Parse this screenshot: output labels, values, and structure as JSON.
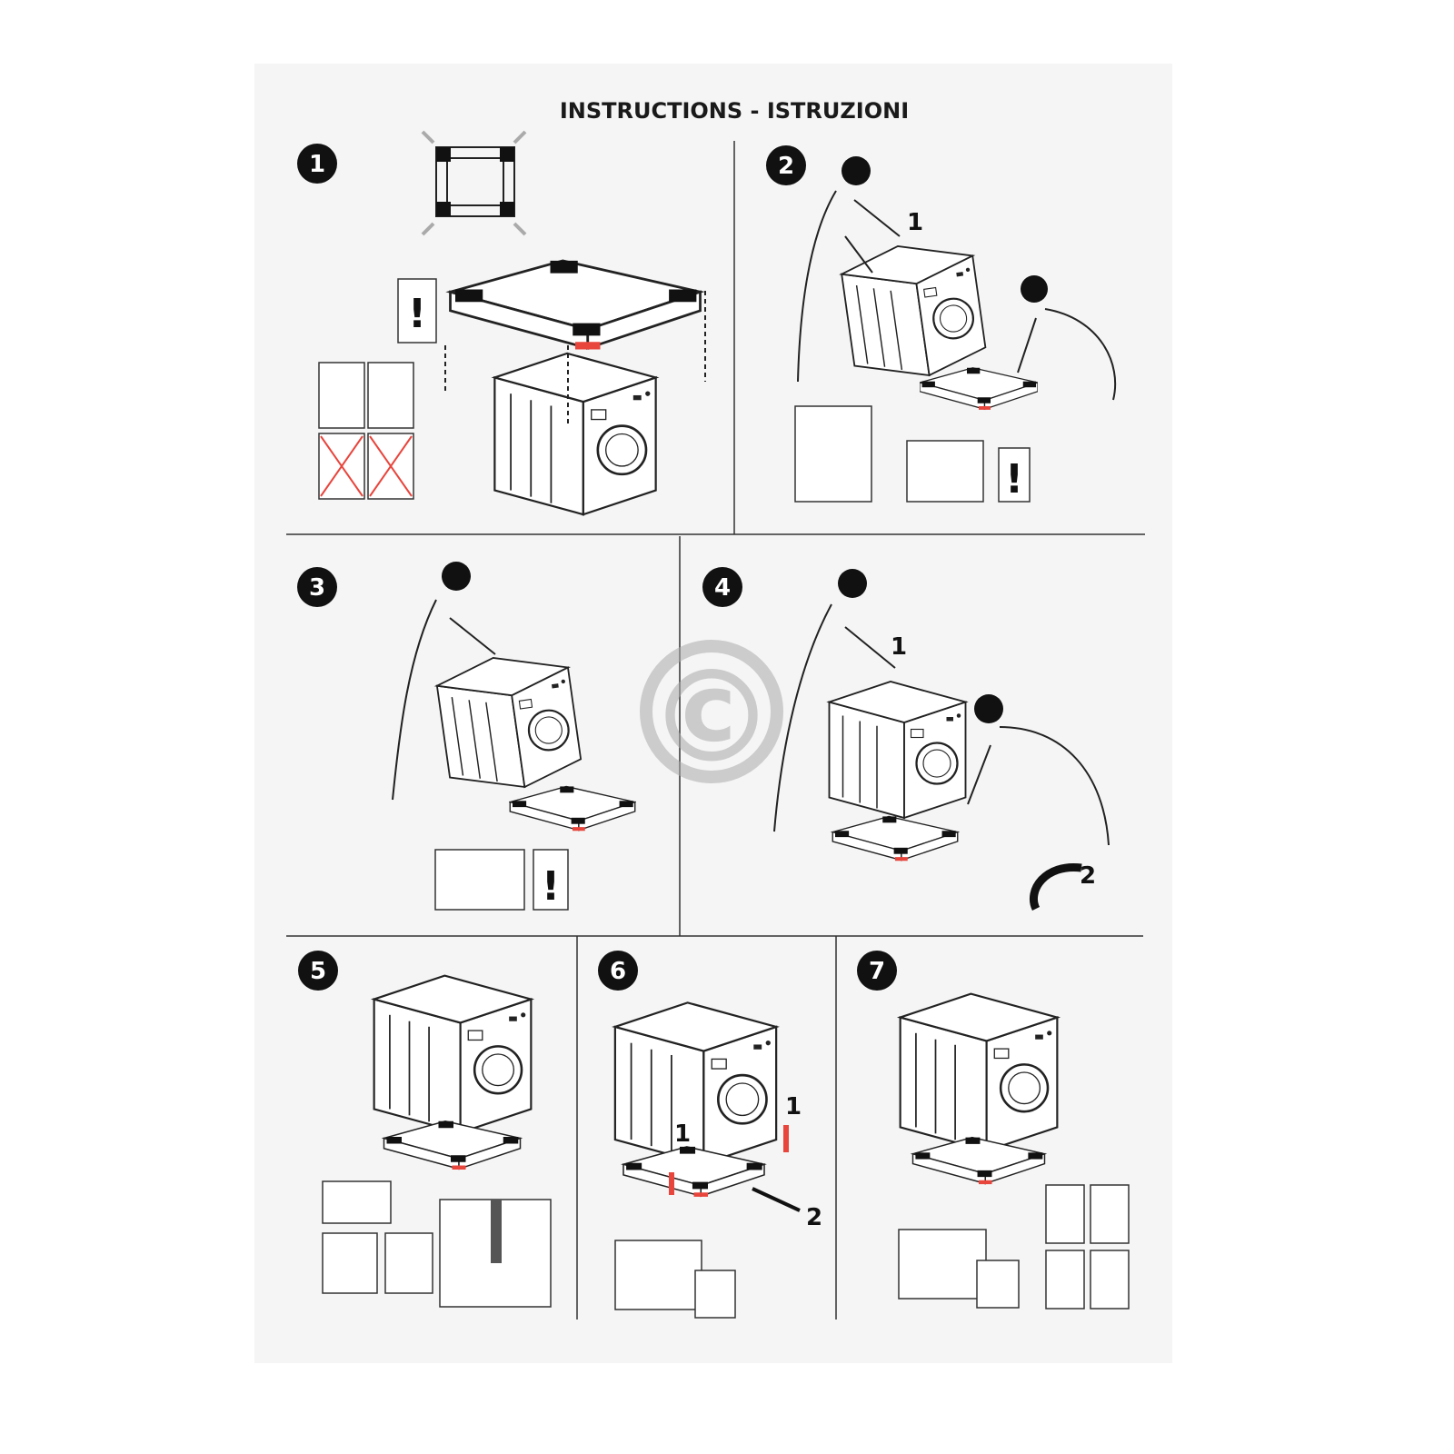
{
  "document": {
    "title": "INSTRUCTIONS - ISTRUZIONI",
    "watermark": "©",
    "accent_color": "#e8453c",
    "steps": [
      {
        "number": "1",
        "callouts": [
          "!"
        ]
      },
      {
        "number": "2",
        "callouts": [
          "1",
          "!"
        ]
      },
      {
        "number": "3",
        "callouts": [
          "!"
        ]
      },
      {
        "number": "4",
        "callouts": [
          "1",
          "2"
        ]
      },
      {
        "number": "5",
        "callouts": []
      },
      {
        "number": "6",
        "callouts": [
          "1",
          "1",
          "2"
        ]
      },
      {
        "number": "7",
        "callouts": []
      }
    ]
  }
}
